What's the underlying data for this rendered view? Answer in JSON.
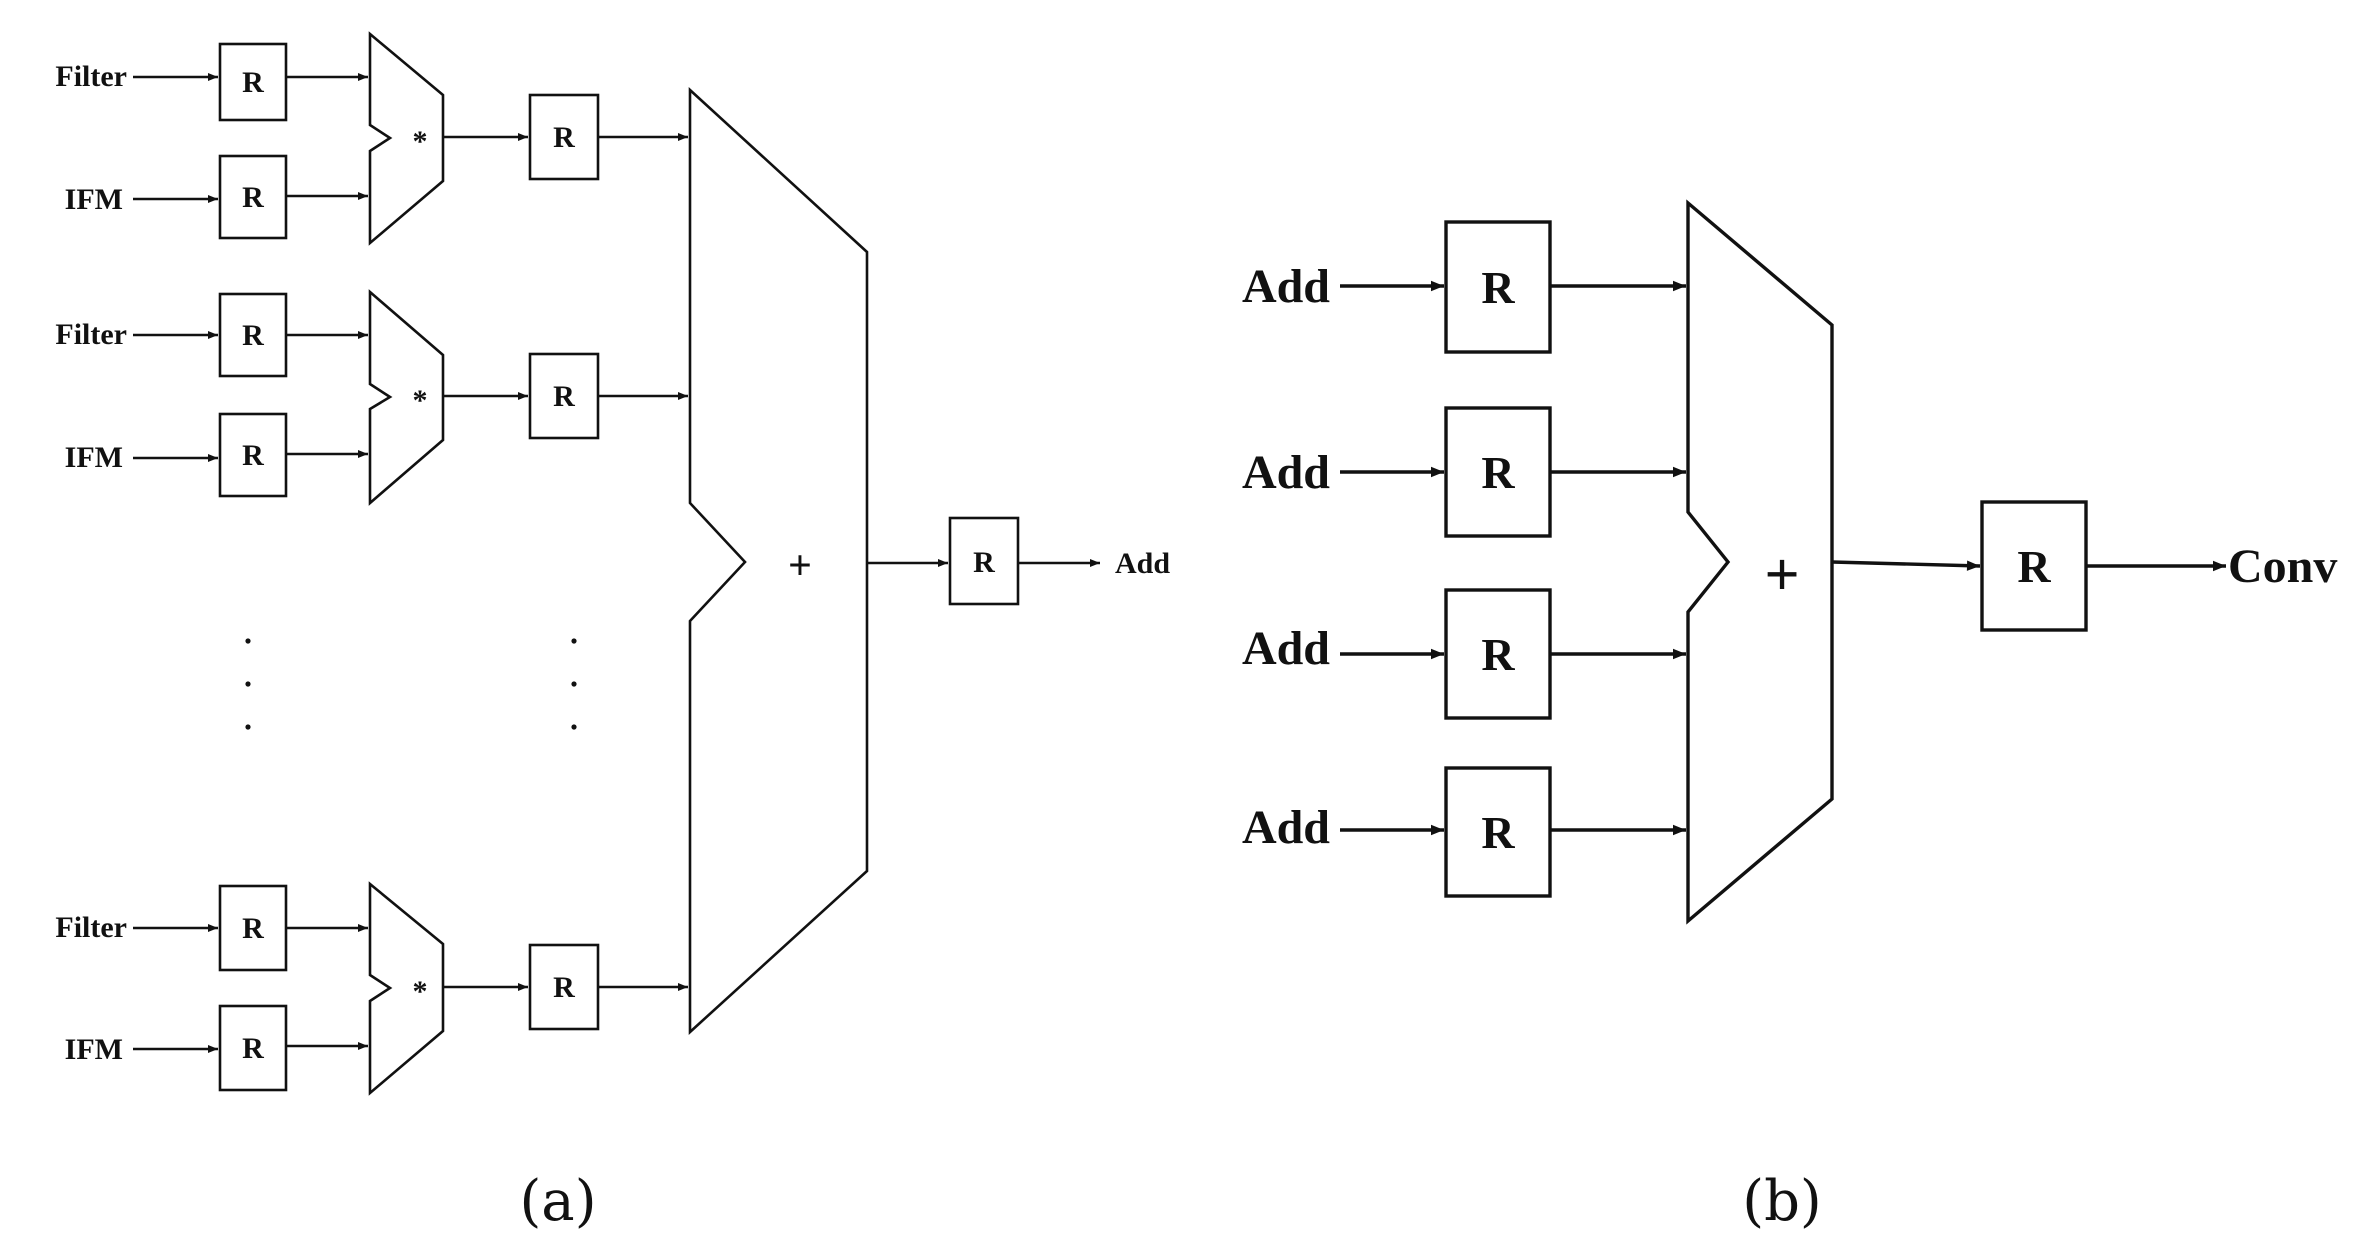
{
  "panel_a": {
    "caption": "(a)",
    "filter_label": "Filter",
    "ifm_label": "IFM",
    "register_label": "R",
    "multiply_symbol": "*",
    "add_symbol": "+",
    "output_label": "Add",
    "ellipsis": "· · ·",
    "multiplier_groups": 3
  },
  "panel_b": {
    "caption": "(b)",
    "input_label": "Add",
    "register_label": "R",
    "add_symbol": "+",
    "output_label": "Conv",
    "input_count": 4
  }
}
